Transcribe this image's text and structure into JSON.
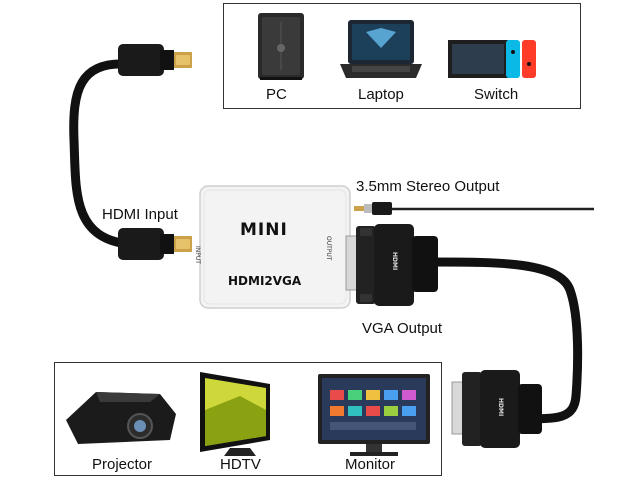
{
  "devices_top": [
    "PC",
    "Laptop",
    "Switch"
  ],
  "devices_bottom": [
    "Projector",
    "HDTV",
    "Monitor"
  ],
  "callouts": {
    "hdmi_input": "HDMI Input",
    "audio_output": "3.5mm Stereo Output",
    "vga_output": "VGA  Output"
  },
  "adapter": {
    "brand": "MINI",
    "model": "HDMI2VGA",
    "input_port": "INPUT",
    "output_port": "OUTPUT"
  },
  "connector_logo": "HDMI"
}
